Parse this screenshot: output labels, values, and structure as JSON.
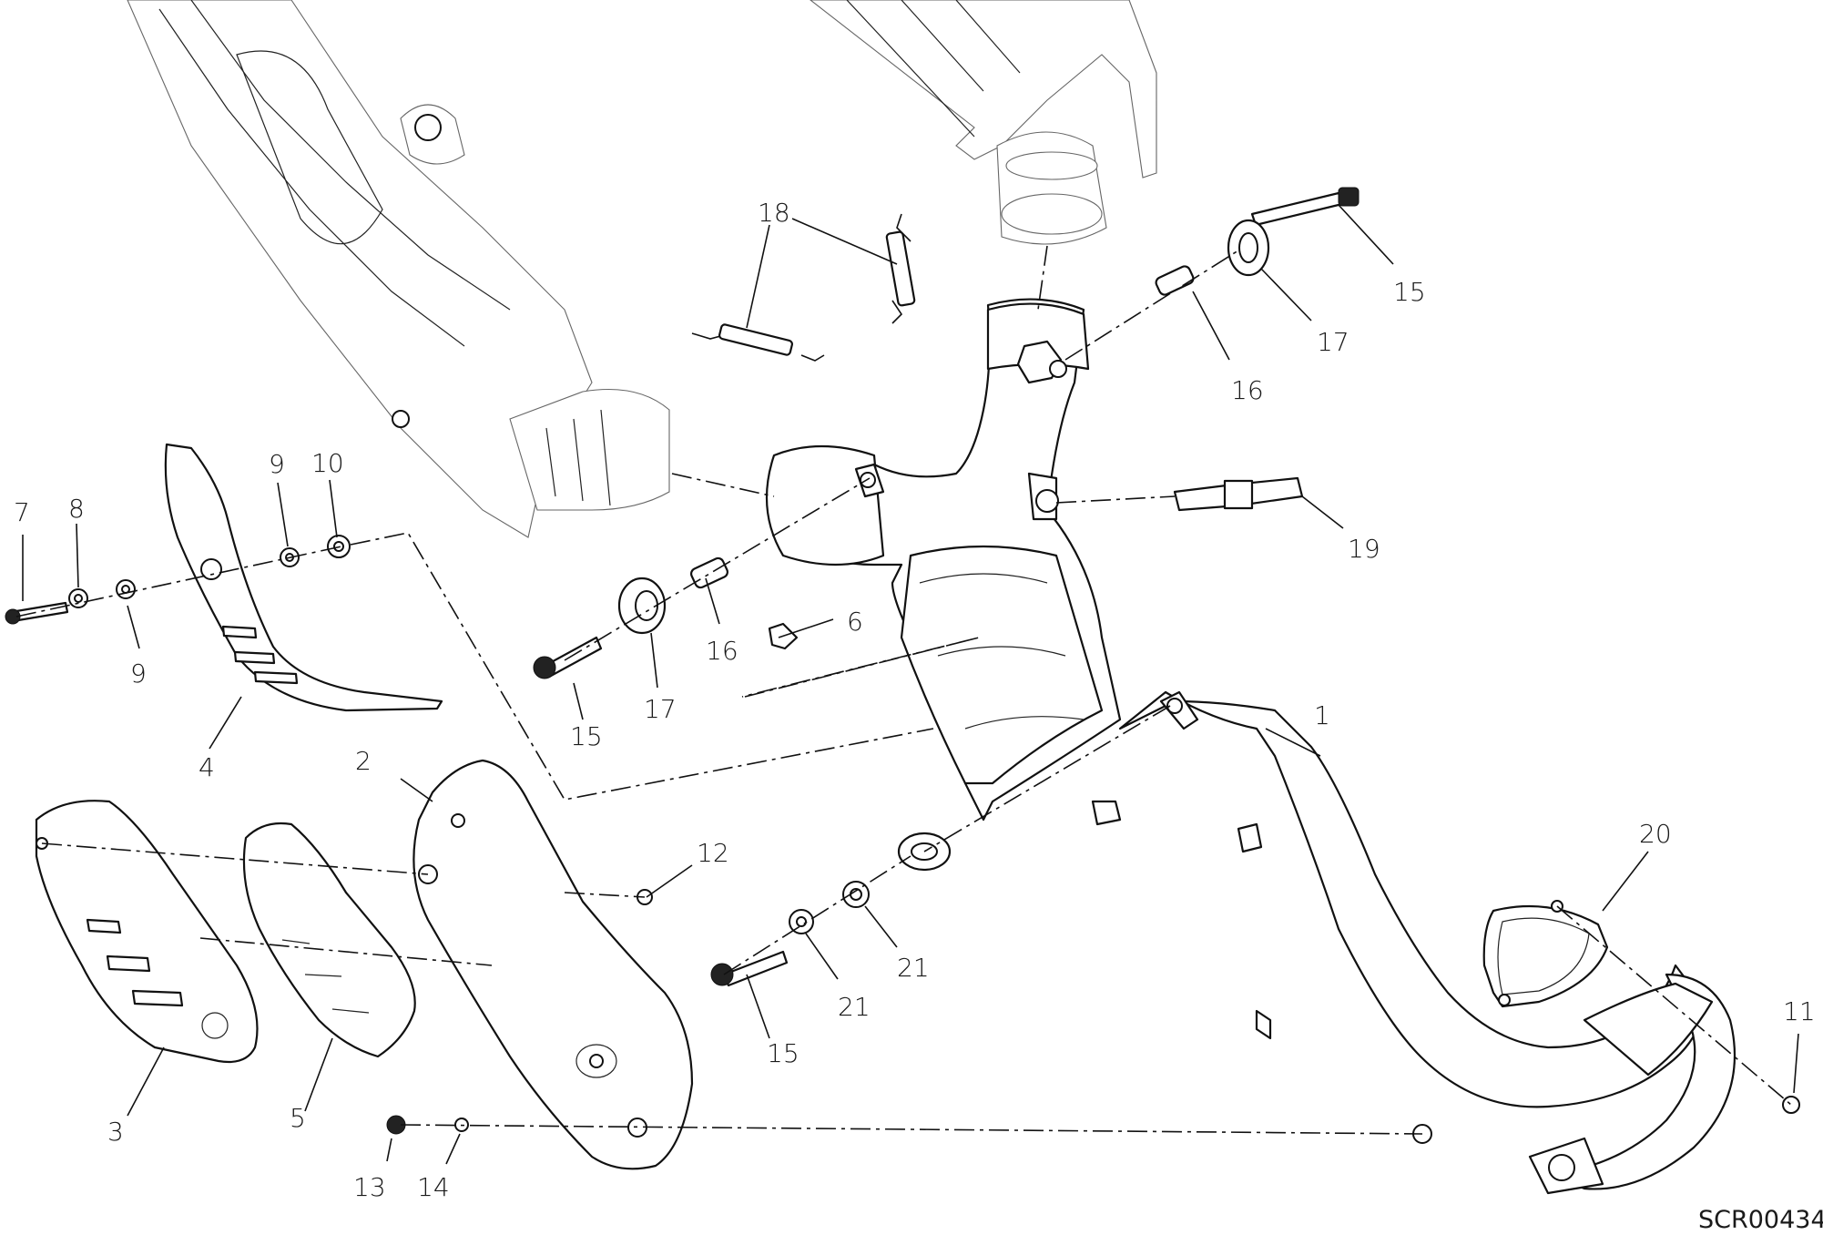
{
  "drawing_code": "SCR00434",
  "callouts": [
    {
      "id": "callout-1",
      "text": "1"
    },
    {
      "id": "callout-2",
      "text": "2"
    },
    {
      "id": "callout-3",
      "text": "3"
    },
    {
      "id": "callout-4",
      "text": "4"
    },
    {
      "id": "callout-5",
      "text": "5"
    },
    {
      "id": "callout-6",
      "text": "6"
    },
    {
      "id": "callout-7",
      "text": "7"
    },
    {
      "id": "callout-8",
      "text": "8"
    },
    {
      "id": "callout-9a",
      "text": "9"
    },
    {
      "id": "callout-9b",
      "text": "9"
    },
    {
      "id": "callout-10",
      "text": "10"
    },
    {
      "id": "callout-11",
      "text": "11"
    },
    {
      "id": "callout-12",
      "text": "12"
    },
    {
      "id": "callout-13",
      "text": "13"
    },
    {
      "id": "callout-14",
      "text": "14"
    },
    {
      "id": "callout-15a",
      "text": "15"
    },
    {
      "id": "callout-15b",
      "text": "15"
    },
    {
      "id": "callout-15c",
      "text": "15"
    },
    {
      "id": "callout-16a",
      "text": "16"
    },
    {
      "id": "callout-16b",
      "text": "16"
    },
    {
      "id": "callout-17a",
      "text": "17"
    },
    {
      "id": "callout-17b",
      "text": "17"
    },
    {
      "id": "callout-18",
      "text": "18"
    },
    {
      "id": "callout-19",
      "text": "19"
    },
    {
      "id": "callout-20",
      "text": "20"
    },
    {
      "id": "callout-21a",
      "text": "21"
    },
    {
      "id": "callout-21b",
      "text": "21"
    }
  ]
}
